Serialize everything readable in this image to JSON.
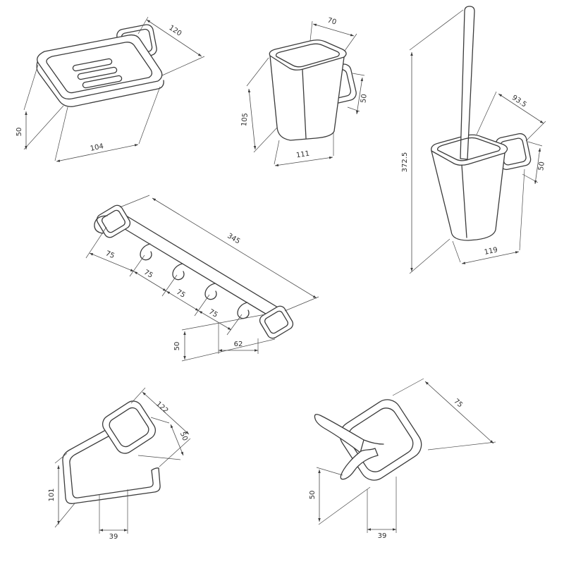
{
  "drawing": {
    "background": "#ffffff",
    "line_color": "#3b3b3b",
    "items": {
      "soap_dish": {
        "width": "120",
        "height": "50",
        "depth": "104"
      },
      "tumbler": {
        "top_width": "70",
        "plate_height": "50",
        "height": "105",
        "bottom_width": "111"
      },
      "toilet_brush": {
        "depth": "93.5",
        "total_height": "372.5",
        "plate_height": "50",
        "width": "119"
      },
      "hook_rail": {
        "length": "345",
        "spacing": [
          "75",
          "75",
          "75",
          "75"
        ],
        "plate_height": "50",
        "plate_width": "62"
      },
      "paper_holder": {
        "width": "122",
        "plate_size": "50",
        "height": "101",
        "depth": "39"
      },
      "robe_hook": {
        "width": "75",
        "height": "50",
        "depth": "39"
      }
    }
  }
}
